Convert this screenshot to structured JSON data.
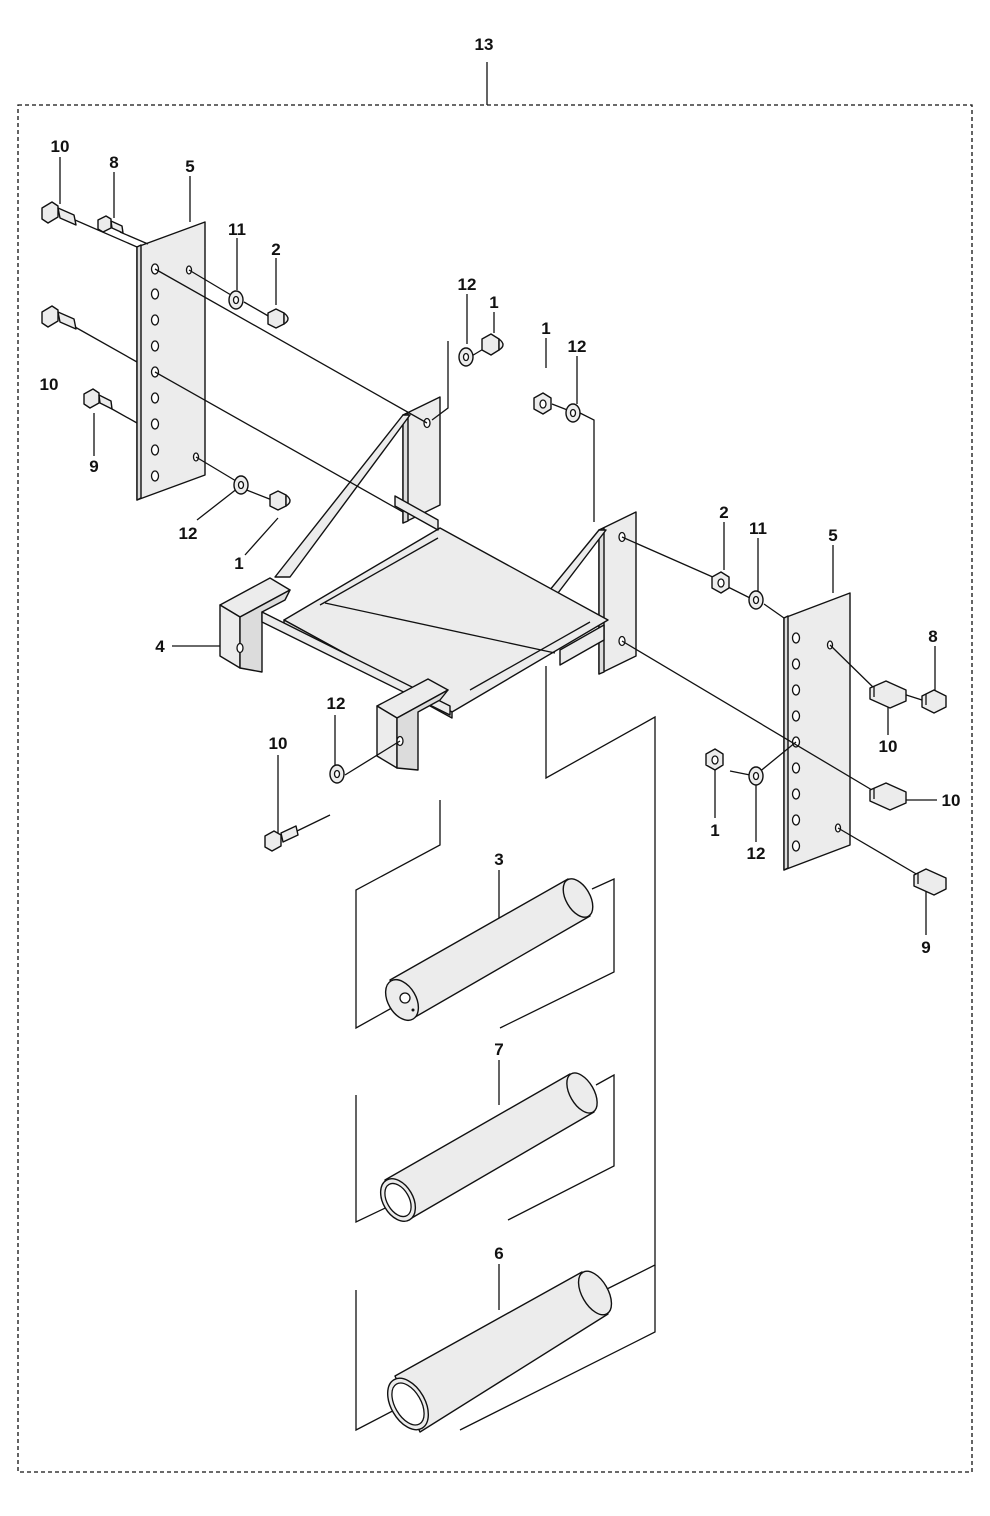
{
  "diagram": {
    "labels": [
      {
        "id": "13",
        "text": "13"
      },
      {
        "id": "10a",
        "text": "10"
      },
      {
        "id": "8a",
        "text": "8"
      },
      {
        "id": "5a",
        "text": "5"
      },
      {
        "id": "11a",
        "text": "11"
      },
      {
        "id": "2a",
        "text": "2"
      },
      {
        "id": "10b",
        "text": "10"
      },
      {
        "id": "9a",
        "text": "9"
      },
      {
        "id": "12a",
        "text": "12"
      },
      {
        "id": "1a",
        "text": "1"
      },
      {
        "id": "12b",
        "text": "12"
      },
      {
        "id": "1b",
        "text": "1"
      },
      {
        "id": "1c",
        "text": "1"
      },
      {
        "id": "12c",
        "text": "12"
      },
      {
        "id": "4",
        "text": "4"
      },
      {
        "id": "2b",
        "text": "2"
      },
      {
        "id": "11b",
        "text": "11"
      },
      {
        "id": "5b",
        "text": "5"
      },
      {
        "id": "8b",
        "text": "8"
      },
      {
        "id": "10c",
        "text": "10"
      },
      {
        "id": "12d",
        "text": "12"
      },
      {
        "id": "10d",
        "text": "10"
      },
      {
        "id": "10e",
        "text": "10"
      },
      {
        "id": "1d",
        "text": "1"
      },
      {
        "id": "12e",
        "text": "12"
      },
      {
        "id": "9b",
        "text": "9"
      },
      {
        "id": "3",
        "text": "3"
      },
      {
        "id": "7",
        "text": "7"
      },
      {
        "id": "6",
        "text": "6"
      }
    ]
  }
}
